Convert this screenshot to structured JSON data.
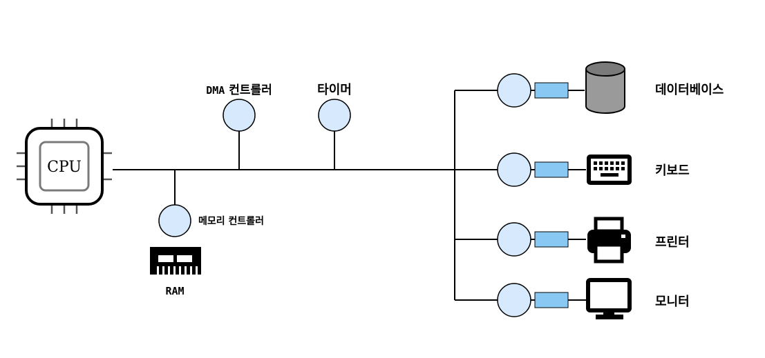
{
  "cpu": {
    "label": "CPU"
  },
  "bus_nodes": {
    "dma": {
      "label_prefix": "DMA",
      "label_rest": " 컨트롤러"
    },
    "timer": {
      "label": "타이머"
    },
    "memory_controller": {
      "label": "메모리 컨트롤러"
    }
  },
  "ram": {
    "label": "RAM"
  },
  "devices": [
    {
      "label": "데이터베이스",
      "icon": "database-icon"
    },
    {
      "label": "키보드",
      "icon": "keyboard-icon"
    },
    {
      "label": "프린터",
      "icon": "printer-icon"
    },
    {
      "label": "모니터",
      "icon": "monitor-icon"
    }
  ],
  "colors": {
    "node_fill": "#d6e9fd",
    "adapter_fill": "#88c8f2",
    "database_fill": "#9a9a9a",
    "line": "#000000"
  }
}
